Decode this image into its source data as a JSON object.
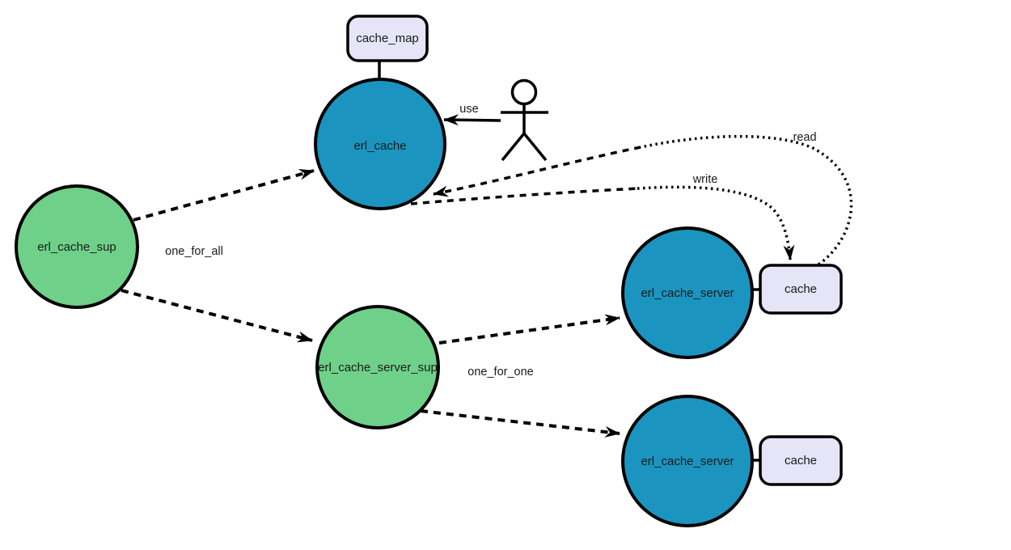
{
  "diagram": {
    "nodes": {
      "cache_map": {
        "label": "cache_map",
        "type": "table"
      },
      "erl_cache": {
        "label": "erl_cache",
        "type": "worker"
      },
      "erl_cache_sup": {
        "label": "erl_cache_sup",
        "type": "supervisor"
      },
      "erl_cache_server_sup": {
        "label": "erl_cache_server_sup",
        "type": "supervisor"
      },
      "erl_cache_server_1": {
        "label": "erl_cache_server",
        "type": "worker"
      },
      "erl_cache_server_2": {
        "label": "erl_cache_server",
        "type": "worker"
      },
      "cache_table_1": {
        "label": "cache",
        "type": "table"
      },
      "cache_table_2": {
        "label": "cache",
        "type": "table"
      }
    },
    "edge_labels": {
      "use": "use",
      "read": "read",
      "write": "write",
      "one_for_all": "one_for_all",
      "one_for_one": "one_for_one"
    },
    "icons": {
      "actor": "stick-figure-icon"
    },
    "colors": {
      "supervisor_fill": "#6fd189",
      "worker_fill": "#1b95c0",
      "table_fill": "#e6e5f7",
      "line": "#000000",
      "background": "#ffffff"
    }
  }
}
